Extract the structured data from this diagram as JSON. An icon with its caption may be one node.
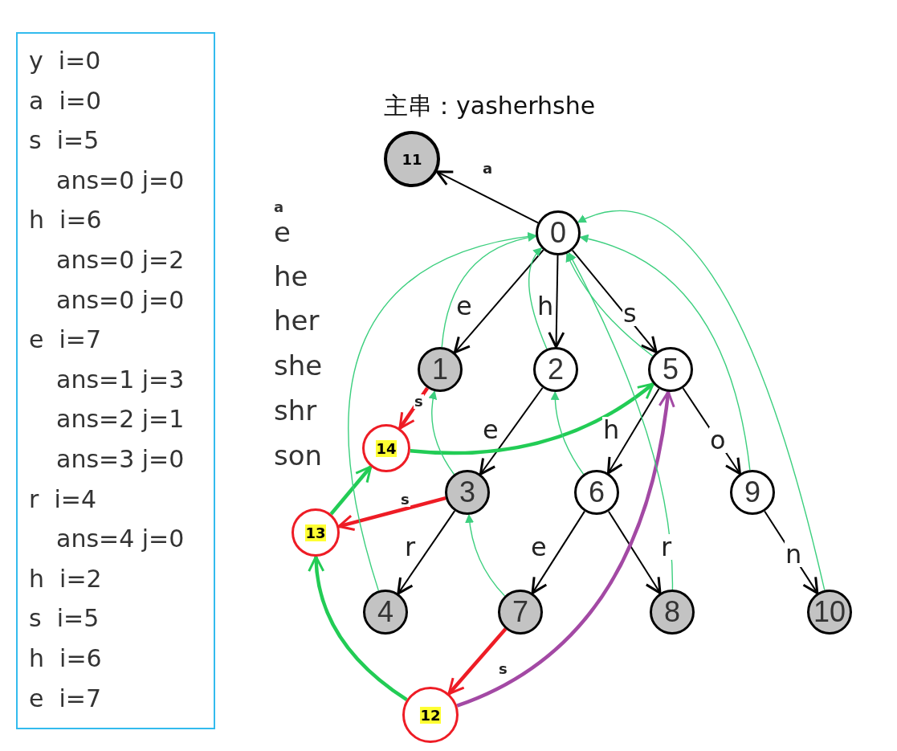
{
  "diagram": {
    "title": "主串：yasherhshe",
    "nodes": [
      {
        "text": [
          "0"
        ]
      },
      {
        "text": [
          "1"
        ]
      },
      {
        "text": [
          "2"
        ]
      },
      {
        "text": [
          "3"
        ]
      },
      {
        "text": [
          "4"
        ]
      },
      {
        "text": [
          "5"
        ]
      },
      {
        "text": [
          "6"
        ]
      },
      {
        "text": [
          "7"
        ]
      },
      {
        "text": [
          "8"
        ]
      },
      {
        "text": [
          "9"
        ]
      },
      {
        "text": [
          "10"
        ]
      },
      {
        "text": [
          "11"
        ]
      },
      {
        "text": [
          "12"
        ]
      },
      {
        "text": [
          "13"
        ]
      },
      {
        "text": [
          "14"
        ]
      },
      {
        "text": [
          "y  i=0",
          "a  i=0",
          "s  i=5",
          "ans=0 j=0",
          "h  i=6",
          "ans=0 j=2",
          "ans=0 j=0",
          "e  i=7",
          "ans=1 j=3",
          "ans=2 j=1",
          "ans=3 j=0",
          "r  i=4",
          "ans=4 j=0",
          "h  i=2",
          "s  i=5",
          "h  i=6",
          "e  i=7"
        ]
      }
    ],
    "edges": [
      {
        "from": 0,
        "to": 11,
        "arrow": "to",
        "label": "a"
      },
      {
        "from": 0,
        "to": 1,
        "arrow": "to",
        "label": "e"
      },
      {
        "from": 0,
        "to": 2,
        "arrow": "to",
        "label": "h"
      },
      {
        "from": 0,
        "to": 5,
        "arrow": "to",
        "label": "s"
      },
      {
        "from": 2,
        "to": 3,
        "arrow": "to",
        "label": "e"
      },
      {
        "from": 5,
        "to": 6,
        "arrow": "to",
        "label": "h"
      },
      {
        "from": 5,
        "to": 9,
        "arrow": "to",
        "label": "o"
      },
      {
        "from": 3,
        "to": 4,
        "arrow": "to",
        "label": "r"
      },
      {
        "from": 6,
        "to": 7,
        "arrow": "to",
        "label": "e"
      },
      {
        "from": 6,
        "to": 8,
        "arrow": "to",
        "label": "r"
      },
      {
        "from": 9,
        "to": 10,
        "arrow": "to",
        "label": "n"
      },
      {
        "from": 1,
        "to": 14,
        "arrow": "to",
        "label": "s",
        "color": "#ee1c25",
        "style": "thick"
      },
      {
        "from": 3,
        "to": 13,
        "arrow": "to",
        "label": "s",
        "color": "#ee1c25",
        "style": "thick"
      },
      {
        "from": 7,
        "to": 12,
        "arrow": "to",
        "label": "s",
        "color": "#ee1c25",
        "style": "thick"
      },
      {
        "from": 14,
        "to": 5,
        "arrow": "to",
        "color": "#22cc55",
        "style": "thick"
      },
      {
        "from": 13,
        "to": 14,
        "arrow": "to",
        "color": "#22cc55",
        "style": "thick"
      },
      {
        "from": 12,
        "to": 13,
        "arrow": "to",
        "color": "#22cc55",
        "style": "thick"
      },
      {
        "from": 12,
        "to": 5,
        "arrow": "to",
        "color": "#a349a4",
        "style": "thick"
      },
      {
        "from": 1,
        "to": 0,
        "arrow": "to",
        "color": "#3ccf7e"
      },
      {
        "from": 2,
        "to": 0,
        "arrow": "to",
        "color": "#3ccf7e"
      },
      {
        "from": 3,
        "to": 1,
        "arrow": "to",
        "color": "#3ccf7e"
      },
      {
        "from": 4,
        "to": 0,
        "arrow": "to",
        "color": "#3ccf7e"
      },
      {
        "from": 5,
        "to": 0,
        "arrow": "to",
        "color": "#3ccf7e"
      },
      {
        "from": 6,
        "to": 2,
        "arrow": "to",
        "color": "#3ccf7e"
      },
      {
        "from": 7,
        "to": 3,
        "arrow": "to",
        "color": "#3ccf7e"
      },
      {
        "from": 8,
        "to": 0,
        "arrow": "to",
        "color": "#3ccf7e"
      },
      {
        "from": 9,
        "to": 0,
        "arrow": "to",
        "color": "#3ccf7e"
      },
      {
        "from": 10,
        "to": 0,
        "arrow": "to",
        "color": "#3ccf7e"
      }
    ],
    "labels": [
      "a",
      "e",
      "he",
      "her",
      "she",
      "shr",
      "son"
    ]
  }
}
